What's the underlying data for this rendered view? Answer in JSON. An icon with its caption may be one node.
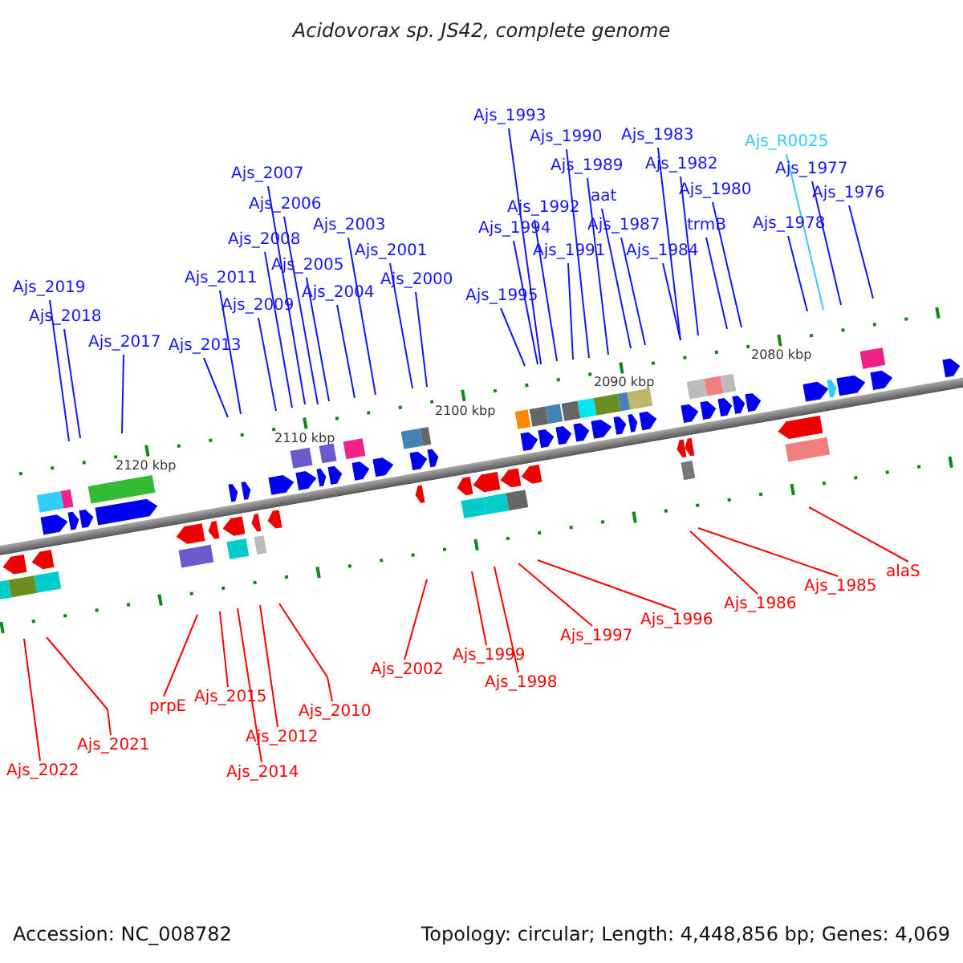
{
  "diagram": {
    "title": "Acidovorax sp. JS42, complete genome",
    "nodes": [
      {
        "text": [
          "Ajs_2019"
        ]
      },
      {
        "text": [
          "Ajs_2018"
        ]
      },
      {
        "text": [
          "Ajs_2017"
        ]
      },
      {
        "text": [
          "Ajs_2013"
        ]
      },
      {
        "text": [
          "Ajs_2011"
        ]
      },
      {
        "text": [
          "Ajs_2009"
        ]
      },
      {
        "text": [
          "Ajs_2008"
        ]
      },
      {
        "text": [
          "Ajs_2007"
        ]
      },
      {
        "text": [
          "Ajs_2006"
        ]
      },
      {
        "text": [
          "Ajs_2005"
        ]
      },
      {
        "text": [
          "Ajs_2004"
        ]
      },
      {
        "text": [
          "Ajs_2003"
        ]
      },
      {
        "text": [
          "Ajs_2001"
        ]
      },
      {
        "text": [
          "Ajs_2000"
        ]
      },
      {
        "text": [
          "Ajs_1993"
        ]
      },
      {
        "text": [
          "Ajs_1990"
        ]
      },
      {
        "text": [
          "Ajs_1989"
        ]
      },
      {
        "text": [
          "aat"
        ]
      },
      {
        "text": [
          "Ajs_1983"
        ]
      },
      {
        "text": [
          "Ajs_1982"
        ]
      },
      {
        "text": [
          "Ajs_1980"
        ]
      },
      {
        "text": [
          "trmB"
        ]
      },
      {
        "text": [
          "Ajs_1992"
        ]
      },
      {
        "text": [
          "Ajs_1994"
        ]
      },
      {
        "text": [
          "Ajs_1991"
        ]
      },
      {
        "text": [
          "Ajs_1987"
        ]
      },
      {
        "text": [
          "Ajs_1984"
        ]
      },
      {
        "text": [
          "Ajs_1995"
        ]
      },
      {
        "text": [
          "Ajs_R0025"
        ]
      },
      {
        "text": [
          "Ajs_1977"
        ]
      },
      {
        "text": [
          "Ajs_1976"
        ]
      },
      {
        "text": [
          "Ajs_1978"
        ]
      },
      {
        "text": [
          "Ajs_2022"
        ]
      },
      {
        "text": [
          "Ajs_2021"
        ]
      },
      {
        "text": [
          "prpE"
        ]
      },
      {
        "text": [
          "Ajs_2015"
        ]
      },
      {
        "text": [
          "Ajs_2014"
        ]
      },
      {
        "text": [
          "Ajs_2012"
        ]
      },
      {
        "text": [
          "Ajs_2010"
        ]
      },
      {
        "text": [
          "Ajs_2002"
        ]
      },
      {
        "text": [
          "Ajs_1999"
        ]
      },
      {
        "text": [
          "Ajs_1998"
        ]
      },
      {
        "text": [
          "Ajs_1997"
        ]
      },
      {
        "text": [
          "Ajs_1996"
        ]
      },
      {
        "text": [
          "Ajs_1986"
        ]
      },
      {
        "text": [
          "Ajs_1985"
        ]
      },
      {
        "text": [
          "alaS"
        ]
      }
    ],
    "edges": [
      {
        "from": 0,
        "to": null,
        "arrow": "none"
      },
      {
        "from": 1,
        "to": null,
        "arrow": "none"
      },
      {
        "from": 2,
        "to": null,
        "arrow": "none"
      },
      {
        "from": 3,
        "to": null,
        "arrow": "none"
      },
      {
        "from": 4,
        "to": null,
        "arrow": "none"
      },
      {
        "from": 5,
        "to": null,
        "arrow": "none"
      },
      {
        "from": 6,
        "to": null,
        "arrow": "none"
      },
      {
        "from": 7,
        "to": null,
        "arrow": "none"
      },
      {
        "from": 8,
        "to": null,
        "arrow": "none"
      },
      {
        "from": 9,
        "to": null,
        "arrow": "none"
      },
      {
        "from": 10,
        "to": null,
        "arrow": "none"
      },
      {
        "from": 11,
        "to": null,
        "arrow": "none"
      },
      {
        "from": 12,
        "to": null,
        "arrow": "none"
      },
      {
        "from": 13,
        "to": null,
        "arrow": "none"
      },
      {
        "from": 14,
        "to": null,
        "arrow": "none"
      },
      {
        "from": 15,
        "to": null,
        "arrow": "none"
      },
      {
        "from": 16,
        "to": null,
        "arrow": "none"
      },
      {
        "from": 17,
        "to": null,
        "arrow": "none"
      },
      {
        "from": 18,
        "to": null,
        "arrow": "none"
      },
      {
        "from": 19,
        "to": null,
        "arrow": "none"
      },
      {
        "from": 20,
        "to": null,
        "arrow": "none"
      },
      {
        "from": 21,
        "to": null,
        "arrow": "none"
      },
      {
        "from": 22,
        "to": null,
        "arrow": "none"
      },
      {
        "from": 23,
        "to": null,
        "arrow": "none"
      },
      {
        "from": 24,
        "to": null,
        "arrow": "none"
      },
      {
        "from": 25,
        "to": null,
        "arrow": "none"
      },
      {
        "from": 26,
        "to": null,
        "arrow": "none"
      },
      {
        "from": 27,
        "to": null,
        "arrow": "none"
      },
      {
        "from": 28,
        "to": null,
        "arrow": "none",
        "color": "#33ccff"
      },
      {
        "from": 29,
        "to": null,
        "arrow": "none"
      },
      {
        "from": 30,
        "to": null,
        "arrow": "none"
      },
      {
        "from": 31,
        "to": null,
        "arrow": "none"
      },
      {
        "from": 32,
        "to": null,
        "arrow": "none",
        "color": "#ff0000"
      },
      {
        "from": 33,
        "to": null,
        "arrow": "none",
        "color": "#ff0000"
      },
      {
        "from": 34,
        "to": null,
        "arrow": "none",
        "color": "#ff0000"
      },
      {
        "from": 35,
        "to": null,
        "arrow": "none",
        "color": "#ff0000"
      },
      {
        "from": 36,
        "to": null,
        "arrow": "none",
        "color": "#ff0000"
      },
      {
        "from": 37,
        "to": null,
        "arrow": "none",
        "color": "#ff0000"
      },
      {
        "from": 38,
        "to": null,
        "arrow": "none",
        "color": "#ff0000"
      },
      {
        "from": 39,
        "to": null,
        "arrow": "none",
        "color": "#ff0000"
      },
      {
        "from": 40,
        "to": null,
        "arrow": "none",
        "color": "#ff0000"
      },
      {
        "from": 41,
        "to": null,
        "arrow": "none",
        "color": "#ff0000"
      },
      {
        "from": 42,
        "to": null,
        "arrow": "none",
        "color": "#ff0000"
      },
      {
        "from": 43,
        "to": null,
        "arrow": "none",
        "color": "#ff0000"
      },
      {
        "from": 44,
        "to": null,
        "arrow": "none",
        "color": "#ff0000"
      },
      {
        "from": 45,
        "to": null,
        "arrow": "none",
        "color": "#ff0000"
      },
      {
        "from": 46,
        "to": null,
        "arrow": "none",
        "color": "#ff0000"
      }
    ],
    "labels": [
      "2120 kbp",
      "2110 kbp",
      "2100 kbp",
      "2090 kbp",
      "2080 kbp",
      "Accession: NC_008782",
      "Topology: circular; Length: 4,448,856 bp; Genes: 4,069"
    ]
  }
}
